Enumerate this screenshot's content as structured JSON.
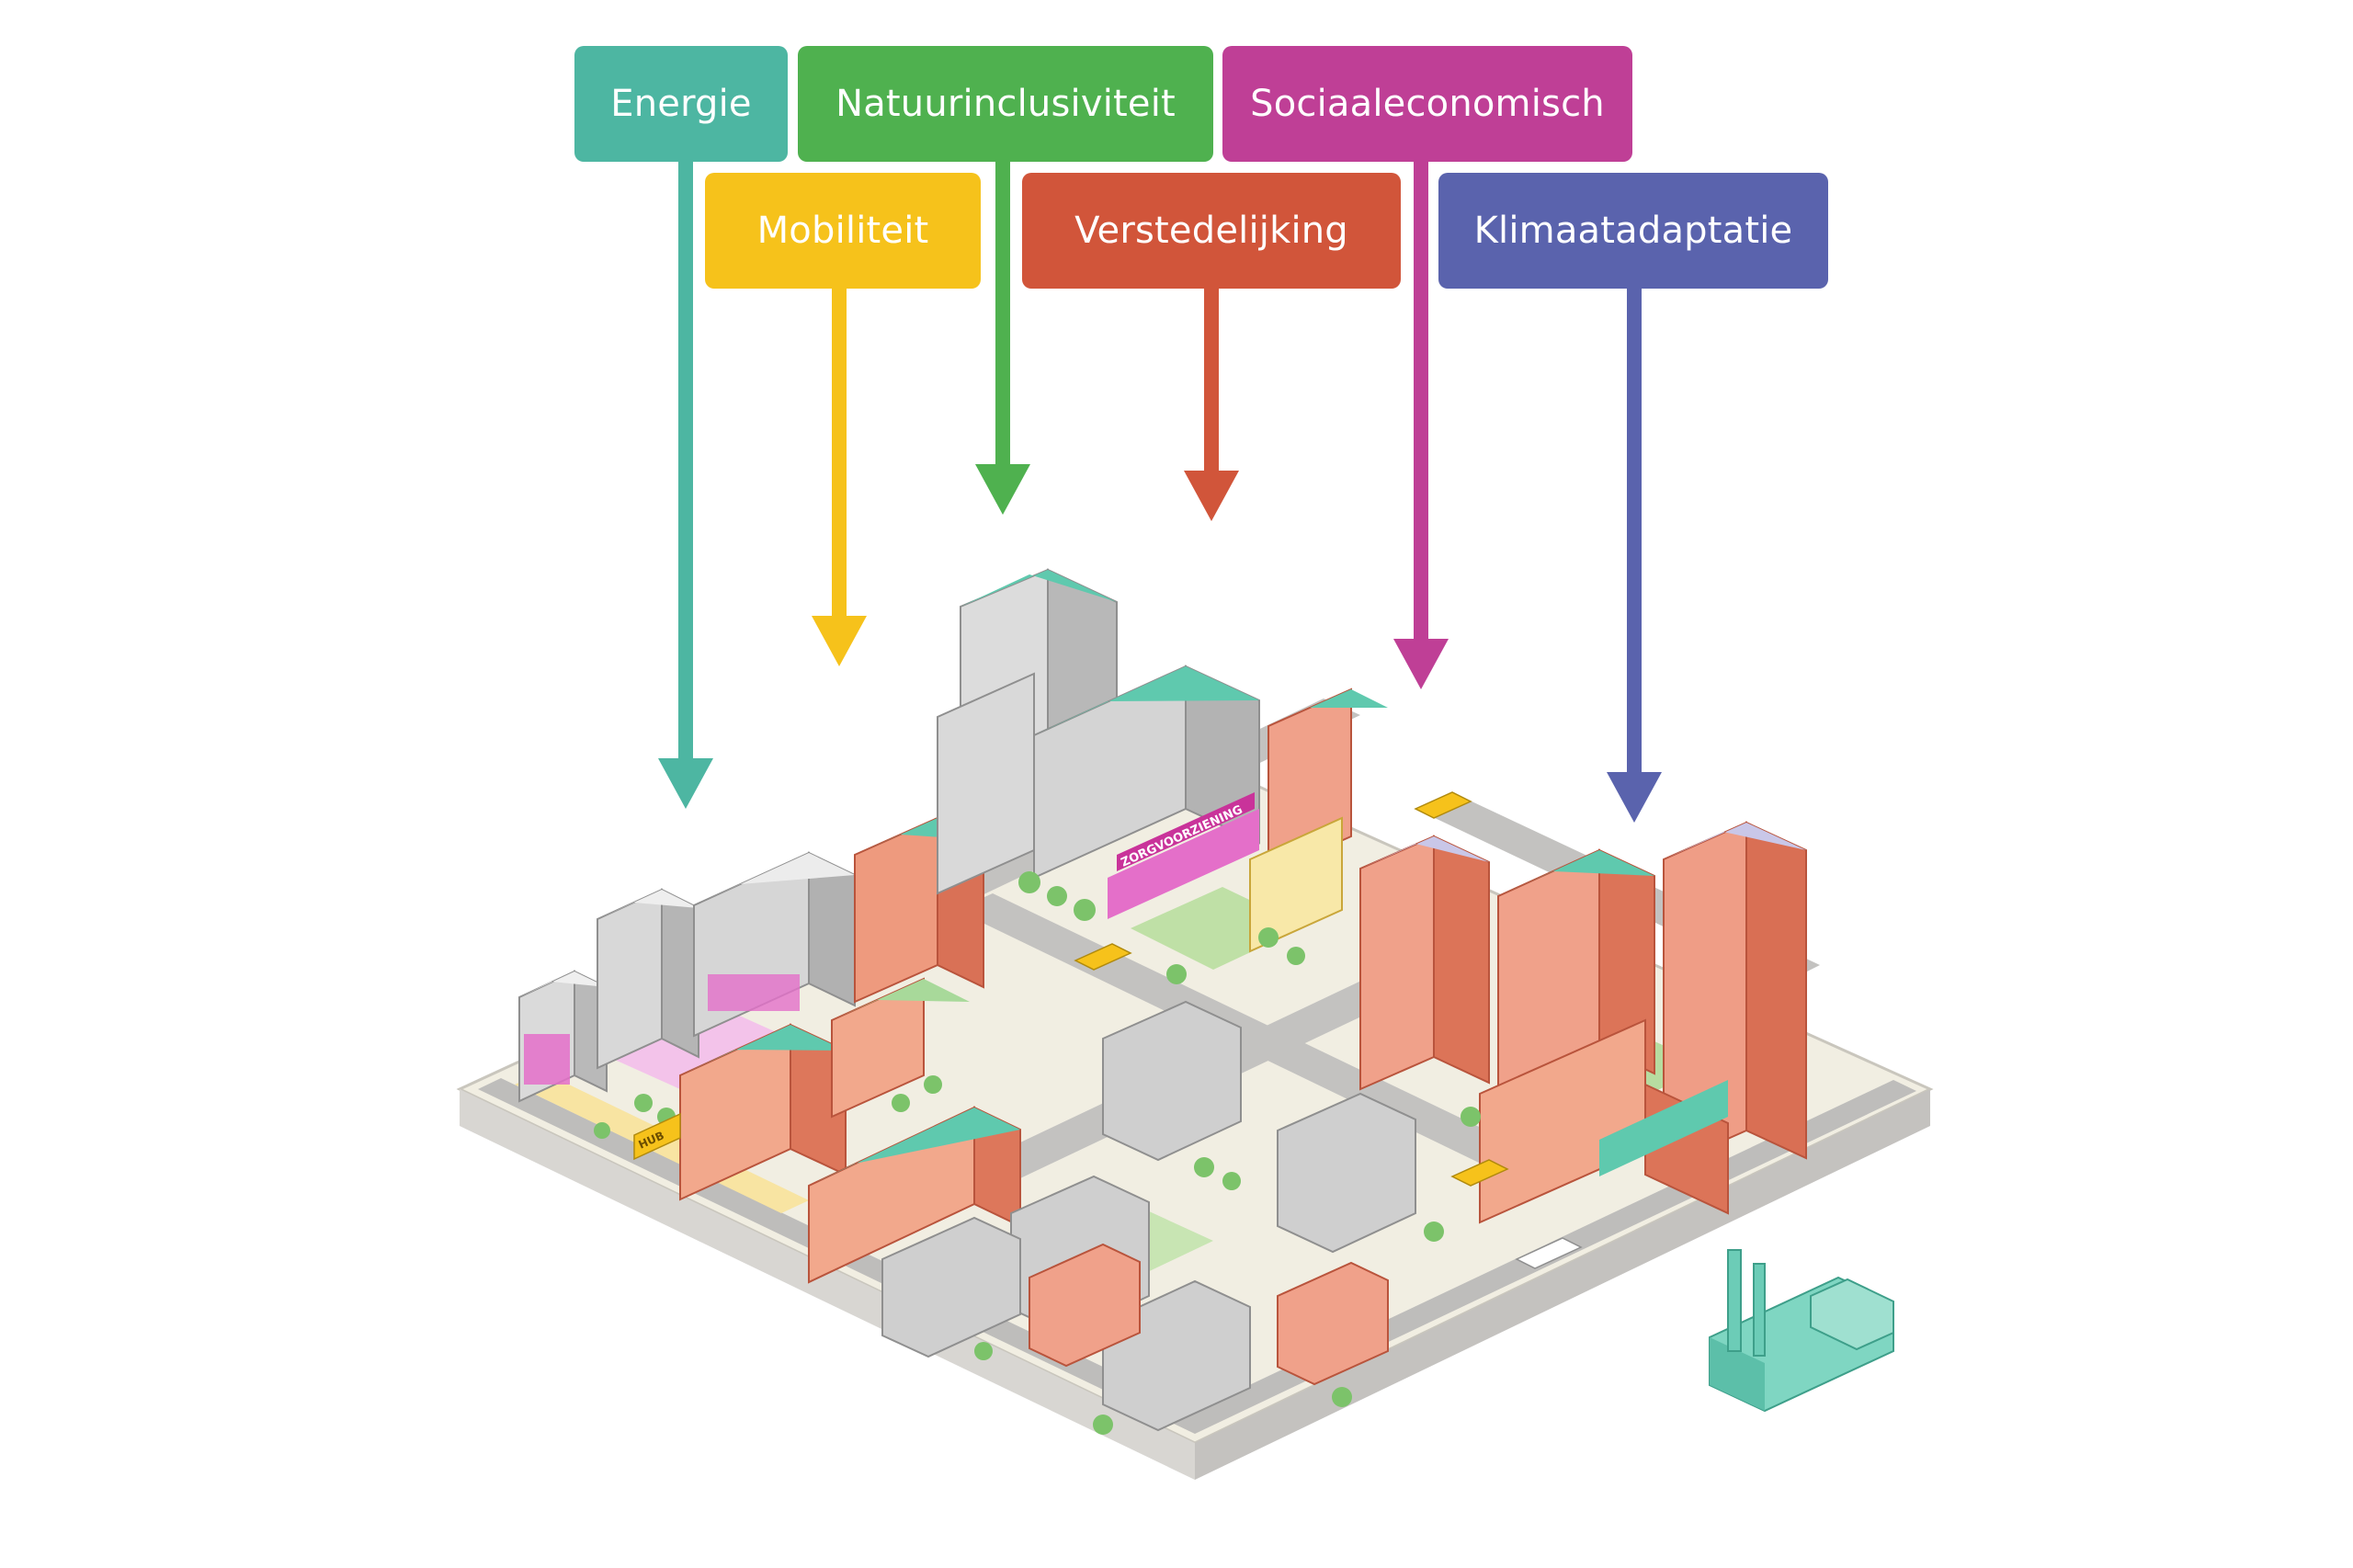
{
  "labels": {
    "energie": "Energie",
    "mobiliteit": "Mobiliteit",
    "natuurinclusiviteit": "Natuurinclusiviteit",
    "verstedelijking": "Verstedelijking",
    "sociaaleconomisch": "Sociaaleconomisch",
    "klimaatadaptatie": "Klimaatadaptatie"
  },
  "colors": {
    "energie": "#4db6a2",
    "mobiliteit": "#f6c21b",
    "natuurinclusiviteit": "#4fb14f",
    "verstedelijking": "#d1553a",
    "sociaaleconomisch": "#bf3f96",
    "klimaatadaptatie": "#5a63ad"
  },
  "city": {
    "signs": {
      "zorgvoorziening": "ZORGVOORZIENING",
      "hub": "HUB"
    }
  }
}
